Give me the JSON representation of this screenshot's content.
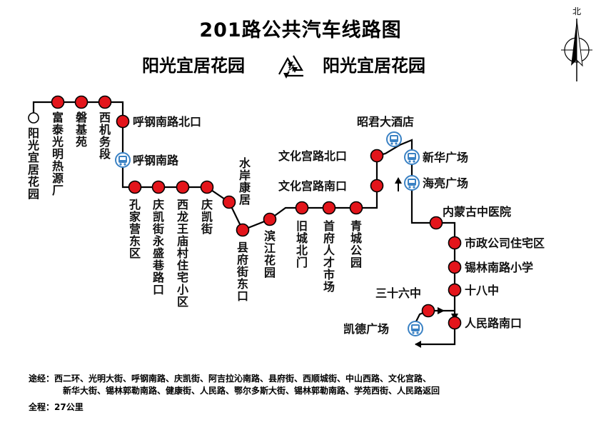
{
  "title": "201路公共汽车线路图",
  "terminal_left": "阳光宜居花园",
  "terminal_right": "阳光宜居花园",
  "loop_symbol_text": "环",
  "north_label": "北",
  "stops": [
    {
      "id": "s0",
      "name": "阳光宜居花园",
      "terminal": true
    },
    {
      "id": "s1",
      "name": "富泰光明热源厂"
    },
    {
      "id": "s2",
      "name": "磐基苑"
    },
    {
      "id": "s3",
      "name": "西机务段"
    },
    {
      "id": "s4",
      "name": "呼钢南路北口"
    },
    {
      "id": "s5",
      "name": "呼钢南路",
      "bus_stop": true
    },
    {
      "id": "s6",
      "name": "孔家营东区"
    },
    {
      "id": "s7",
      "name": "庆凯街永盛巷路口"
    },
    {
      "id": "s8",
      "name": "西龙王庙村住宅小区"
    },
    {
      "id": "s9",
      "name": "庆凯街"
    },
    {
      "id": "s10",
      "name": "水岸康居"
    },
    {
      "id": "s11",
      "name": "县府街东口"
    },
    {
      "id": "s12",
      "name": "滨江花园"
    },
    {
      "id": "s13",
      "name": "旧城北门"
    },
    {
      "id": "s14",
      "name": "首府人才市场"
    },
    {
      "id": "s15",
      "name": "青城公园"
    },
    {
      "id": "s16",
      "name": "文化宫路南口"
    },
    {
      "id": "s17",
      "name": "文化宫路北口"
    },
    {
      "id": "s18",
      "name": "昭君大酒店",
      "bus_stop": true
    },
    {
      "id": "s19",
      "name": "新华广场",
      "bus_stop": true
    },
    {
      "id": "s20",
      "name": "海亮广场",
      "bus_stop": true
    },
    {
      "id": "s21",
      "name": "内蒙古中医院"
    },
    {
      "id": "s22",
      "name": "市政公司住宅区"
    },
    {
      "id": "s23",
      "name": "锡林南路小学"
    },
    {
      "id": "s24",
      "name": "十八中"
    },
    {
      "id": "s25",
      "name": "人民路南口"
    },
    {
      "id": "s26",
      "name": "三十六中"
    },
    {
      "id": "s27",
      "name": "凯德广场",
      "bus_stop": true
    }
  ],
  "footer": {
    "route_label": "途经：",
    "route_line1": "西二环、光明大街、呼钢南路、庆凯街、阿吉拉沁南路、县府街、西顺城街、中山西路、文化宫路、",
    "route_line2": "新华大街、锡林郭勒南路、健康街、人民路、鄂尔多斯大街、锡林郭勒南路、学苑西街、人民路返回",
    "length_label": "全程：",
    "length_value": "27公里"
  },
  "colors": {
    "stop_fill": "#e3151b",
    "line": "#000000",
    "bus_icon": "#3b82c4"
  },
  "icons": {
    "bus_stop": "bus-stop-icon",
    "loop": "recycle-loop-icon",
    "compass": "north-arrow-icon",
    "direction": "up-arrow-icon"
  }
}
